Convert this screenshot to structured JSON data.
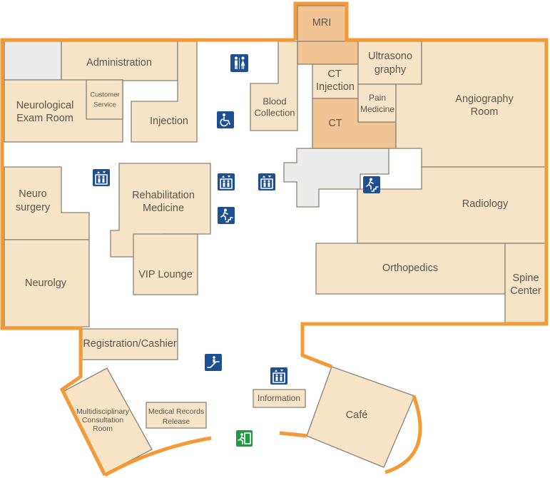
{
  "rooms": {
    "mri": "MRI",
    "administration": "Administration",
    "customer_service": [
      "Customer",
      "Service"
    ],
    "neurological_exam_room": [
      "Neurological",
      "Exam Room"
    ],
    "injection_left": "Injection",
    "blood_collection": [
      "Blood",
      "Collection"
    ],
    "ct_injection": [
      "CT",
      "Injection"
    ],
    "ultrasonography": [
      "Ultrasono",
      "graphy"
    ],
    "pain_medicine": [
      "Pain",
      "Medicine"
    ],
    "ct": "CT",
    "angiography_room": [
      "Angiography",
      "Room"
    ],
    "neurosurgery": [
      "Neuro",
      "surgery"
    ],
    "rehabilitation_medicine": [
      "Rehabilitation",
      "Medicine"
    ],
    "radiology": "Radiology",
    "vip_lounge": "VIP Lounge",
    "orthopedics": "Orthopedics",
    "spine_center": [
      "Spine",
      "Center"
    ],
    "neurology": "Neurolgy",
    "registration_cashier": "Registration/Cashier",
    "multidisciplinary_consultation_room": [
      "Multidisciplinary",
      "Consultation",
      "Room"
    ],
    "medical_records_release": [
      "Medical Records",
      "Release"
    ],
    "information": "Information",
    "cafe": "Café"
  },
  "icons": {
    "restroom": "restroom-icon",
    "wheelchair": "wheelchair-icon",
    "elevator": "elevator-icon",
    "stairs": "stairs-icon",
    "escalator": "escalator-icon",
    "exit": "emergency-exit-icon"
  },
  "colors": {
    "wall": "#f39a37",
    "room": "#f7e4c6",
    "room_highlight": "#f2c393",
    "room_grey": "#ebebeb",
    "icon_blue": "#1d4f91",
    "icon_green": "#1f9a3e"
  }
}
